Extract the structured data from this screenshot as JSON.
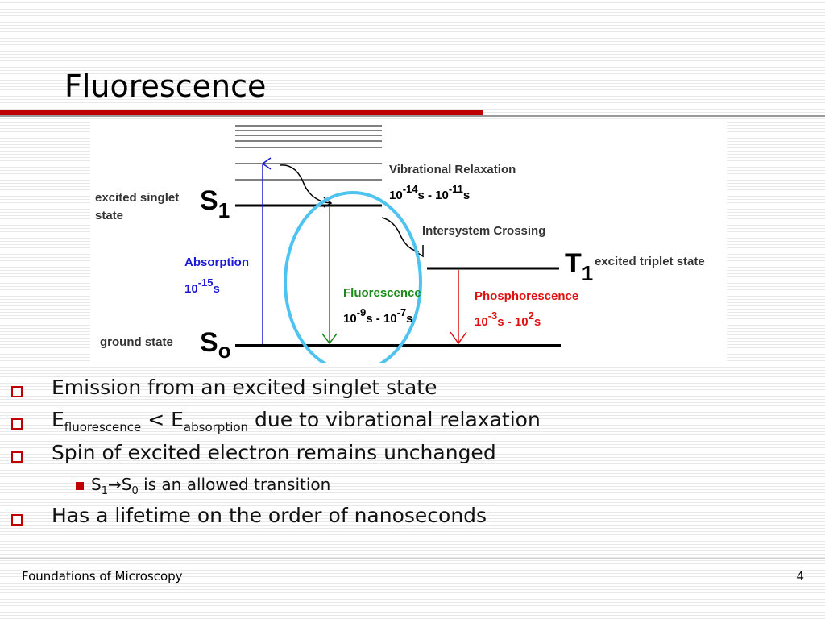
{
  "slide": {
    "title": "Fluorescence",
    "page_number": "4",
    "footer": "Foundations of Microscopy"
  },
  "diagram": {
    "state_excited_singlet_line1": "excited singlet",
    "state_excited_singlet_line2": "state",
    "state_ground": "ground state",
    "state_excited_triplet": "excited triplet state",
    "s1_letter": "S",
    "s1_sub": "1",
    "s0_letter": "S",
    "s0_sub": "o",
    "t1_letter": "T",
    "t1_sub": "1",
    "vibrational_relaxation": "Vibrational Relaxation",
    "vr_base1": "10",
    "vr_exp1": "-14",
    "vr_mid": "s - 10",
    "vr_exp2": "-11",
    "vr_end": "s",
    "intersystem_crossing": "Intersystem Crossing",
    "absorption": "Absorption",
    "abs_base": "10",
    "abs_exp": "-15",
    "abs_end": "s",
    "fluorescence": "Fluorescence",
    "fl_base1": "10",
    "fl_exp1": "-9",
    "fl_mid": "s - 10",
    "fl_exp2": "-7",
    "fl_end": "s",
    "phosphorescence": "Phosphorescence",
    "ph_base1": "10",
    "ph_exp1": "-3",
    "ph_mid": "s - 10",
    "ph_exp2": "2",
    "ph_end": "s",
    "colors": {
      "absorption": "#1a1ad6",
      "fluorescence": "#1a8a1a",
      "phosphorescence": "#e01010",
      "circle": "#4fc3f0"
    }
  },
  "bullets": {
    "b1": "Emission from an excited singlet state",
    "b2_e1": "E",
    "b2_sub1": "fluorescence",
    "b2_mid": " < E",
    "b2_sub2": "absorption",
    "b2_tail": " due to vibrational relaxation",
    "b3": "Spin of excited electron remains unchanged",
    "sub_s1": "S",
    "sub_s1_sub": "1",
    "sub_arrow": "→",
    "sub_s0": "S",
    "sub_s0_sub": "0",
    "sub_tail": " is an allowed transition",
    "b4": "Has a lifetime on the order of nanoseconds"
  }
}
